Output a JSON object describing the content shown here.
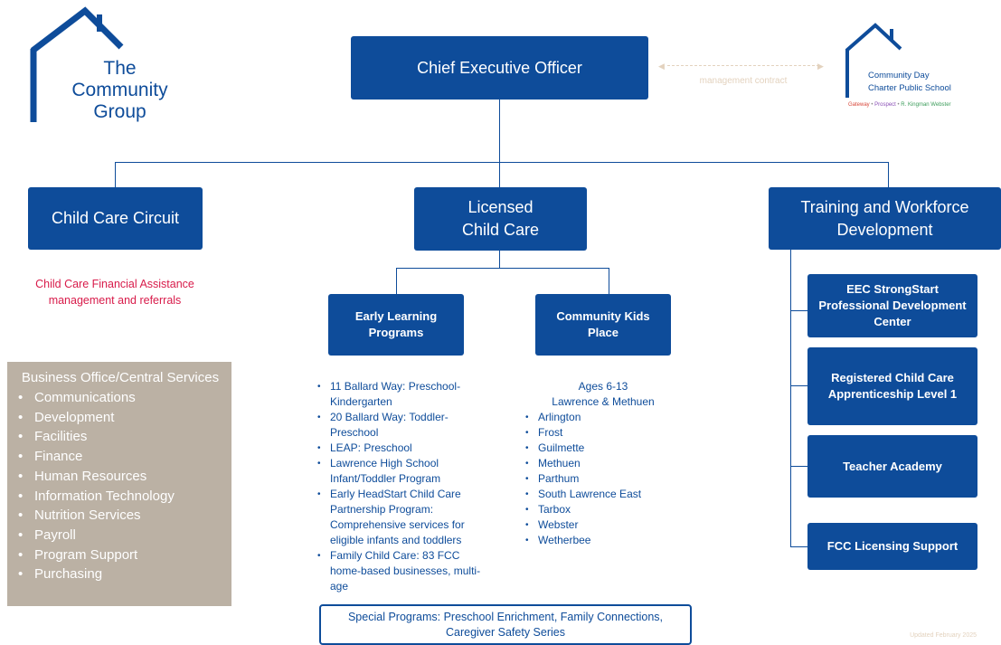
{
  "logo_left": {
    "line1": "The",
    "line2": "Community",
    "line3": "Group"
  },
  "ceo": {
    "label": "Chief Executive Officer"
  },
  "link": {
    "label": "management contract"
  },
  "logo_right": {
    "line1": "Community Day",
    "line2": "Charter Public School",
    "campuses": [
      "Gateway",
      "Prospect",
      "R. Kingman Webster"
    ],
    "campus_colors": [
      "#d8473a",
      "#8a4fb6",
      "#3b9c5a"
    ],
    "separator": "•"
  },
  "departments": {
    "circuit": "Child Care Circuit",
    "licensed": "Licensed Child Care",
    "training": "Training and Workforce Development"
  },
  "circuit_note": "Child Care Financial Assistance management and referrals",
  "business_office": {
    "title": "Business Office/Central Services",
    "items": [
      "Communications",
      "Development",
      "Facilities",
      "Finance",
      "Human Resources",
      "Information Technology",
      "Nutrition Services",
      "Payroll",
      "Program Support",
      "Purchasing"
    ]
  },
  "early_learning": {
    "label": "Early Learning Programs",
    "items": [
      "11 Ballard Way: Preschool-Kindergarten",
      "20 Ballard Way: Toddler-Preschool",
      "LEAP: Preschool",
      "Lawrence High School Infant/Toddler Program",
      "Early HeadStart Child Care Partnership Program: Comprehensive services for eligible infants and toddlers",
      "Family Child Care: 83 FCC home-based businesses, multi-age"
    ]
  },
  "kids_place": {
    "label": "Community Kids Place",
    "ages": "Ages 6-13",
    "area": "Lawrence & Methuen",
    "sites": [
      "Arlington",
      "Frost",
      "Guilmette",
      "Methuen",
      "Parthum",
      "South Lawrence East",
      "Tarbox",
      "Webster",
      "Wetherbee"
    ]
  },
  "training_items": [
    "EEC StrongStart Professional Development Center",
    "Registered Child Care Apprenticeship Level 1",
    "Teacher Academy",
    "FCC Licensing Support"
  ],
  "special_programs": "Special Programs: Preschool Enrichment, Family Connections, Caregiver Safety Series",
  "footer": "Updated February 2025",
  "colors": {
    "brand_blue": "#0e4c9a",
    "accent_red": "#d81b4a",
    "business_bg": "#bbb1a4",
    "muted": "#e3d2be"
  }
}
